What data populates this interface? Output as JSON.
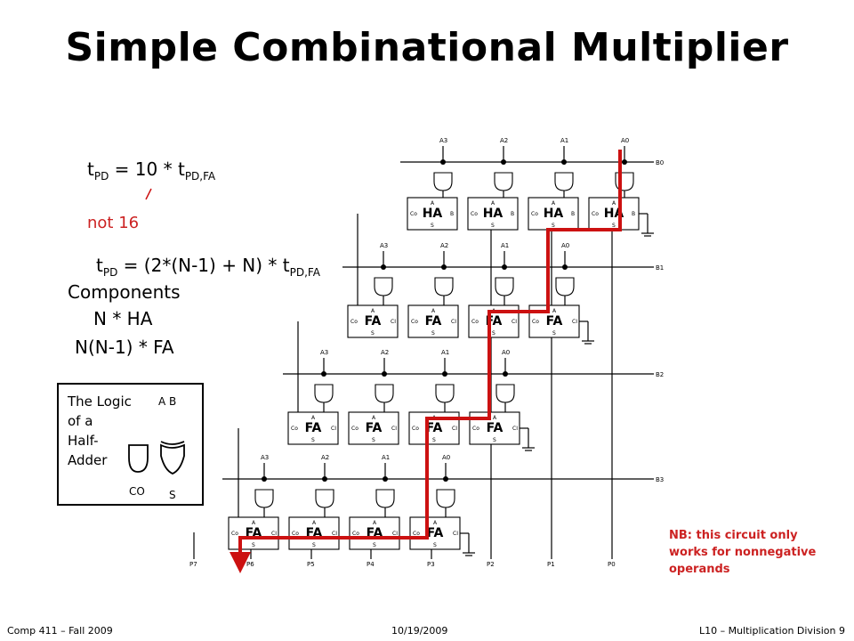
{
  "title": "Simple Combinational Multiplier",
  "formulas": {
    "tpd_fixed": {
      "prefix": "t",
      "sub": "PD",
      "mid": " = 10 * t",
      "sub2": "PD,FA"
    },
    "note_not16": "not 16",
    "tpd_general": {
      "prefix": "t",
      "sub": "PD",
      "mid": " = (2*(N-1) + N) * t",
      "sub2": "PD,FA"
    }
  },
  "components": {
    "heading": "Components",
    "ha": "N * HA",
    "fa": "N(N-1) * FA"
  },
  "half_adder_box": {
    "lines": [
      "The Logic",
      "of a",
      "Half-",
      "Adder"
    ],
    "inputs": "A B",
    "out_co": "CO",
    "out_s": "S"
  },
  "circuit": {
    "a_labels": [
      "A3",
      "A2",
      "A1",
      "A0"
    ],
    "b_labels": [
      "B0",
      "B1",
      "B2",
      "B3"
    ],
    "p_labels": [
      "P7",
      "P6",
      "P5",
      "P4",
      "P3",
      "P2",
      "P1",
      "P0"
    ],
    "ha_label": "HA",
    "fa_label": "FA",
    "pin_co": "Co",
    "pin_a": "A",
    "pin_b": "B",
    "pin_s": "S",
    "pin_ci": "CI",
    "critical_path_color": "#cc1111"
  },
  "note": "NB: this circuit only works for nonnegative operands",
  "footer": {
    "left": "Comp 411 – Fall 2009",
    "center": "10/19/2009",
    "right": "L10 – Multiplication Division 9"
  }
}
